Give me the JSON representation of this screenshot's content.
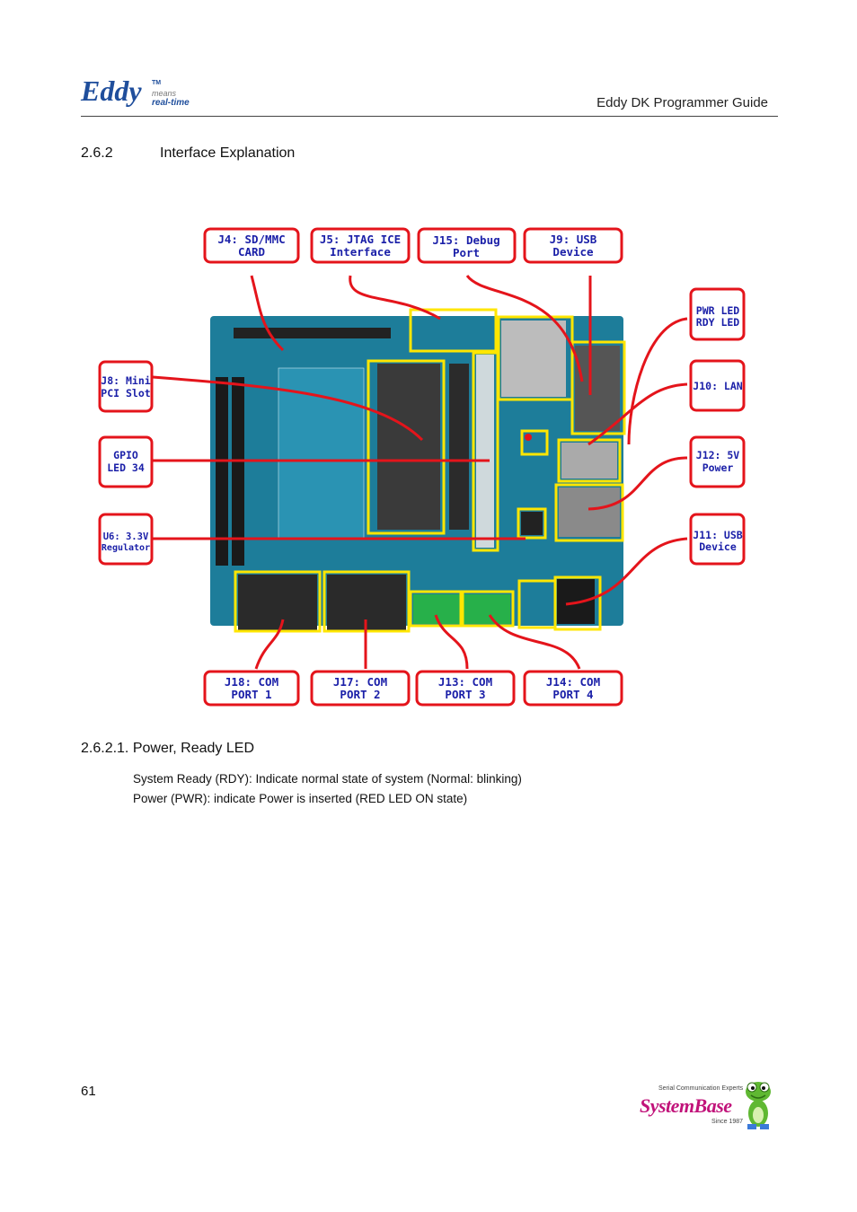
{
  "header": {
    "logo": {
      "word": "Eddy",
      "tm": "TM",
      "means": "means",
      "realtime": "real-time"
    },
    "doc_title": "Eddy DK Programmer Guide"
  },
  "section": {
    "number": "2.6.2",
    "title": "Interface  Explanation"
  },
  "figure": {
    "labels": [
      {
        "id": "j4",
        "lines": [
          "J4: SD/MMC",
          "CARD"
        ]
      },
      {
        "id": "j5",
        "lines": [
          "J5: JTAG ICE",
          "Interface"
        ]
      },
      {
        "id": "j15",
        "lines": [
          "J15: Debug",
          "Port"
        ]
      },
      {
        "id": "j9",
        "lines": [
          "J9: USB",
          "Device"
        ]
      },
      {
        "id": "pwr",
        "lines": [
          "PWR LED",
          "RDY LED"
        ]
      },
      {
        "id": "j8",
        "lines": [
          "J8: Mini",
          "PCI Slot"
        ]
      },
      {
        "id": "j10",
        "lines": [
          "J10: LAN"
        ]
      },
      {
        "id": "gpio",
        "lines": [
          "GPIO",
          "LED 34"
        ]
      },
      {
        "id": "j12",
        "lines": [
          "J12: 5V",
          "Power"
        ]
      },
      {
        "id": "u6",
        "lines": [
          "U6: 3.3V",
          "Regulator"
        ]
      },
      {
        "id": "j11",
        "lines": [
          "J11: USB",
          "Device"
        ]
      },
      {
        "id": "j18",
        "lines": [
          "J18: COM",
          "PORT 1"
        ]
      },
      {
        "id": "j17",
        "lines": [
          "J17: COM",
          "PORT 2"
        ]
      },
      {
        "id": "j13",
        "lines": [
          "J13: COM",
          "PORT 3"
        ]
      },
      {
        "id": "j14",
        "lines": [
          "J14: COM",
          "PORT 4"
        ]
      }
    ],
    "colors": {
      "board": "#1d7d9a",
      "label_border": "#e4141b",
      "label_text": "#1a1fa8",
      "highlight": "#ffe600"
    }
  },
  "subsection": {
    "heading": "2.6.2.1. Power,  Ready  LED",
    "lines": [
      "System Ready (RDY): Indicate normal state of system (Normal: blinking)",
      "Power (PWR): indicate Power is inserted (RED LED ON state)"
    ]
  },
  "footer": {
    "page_number": "61",
    "brand": {
      "tagline": "Serial Communication Experts",
      "name": "SystemBase",
      "since": "Since 1987"
    }
  }
}
